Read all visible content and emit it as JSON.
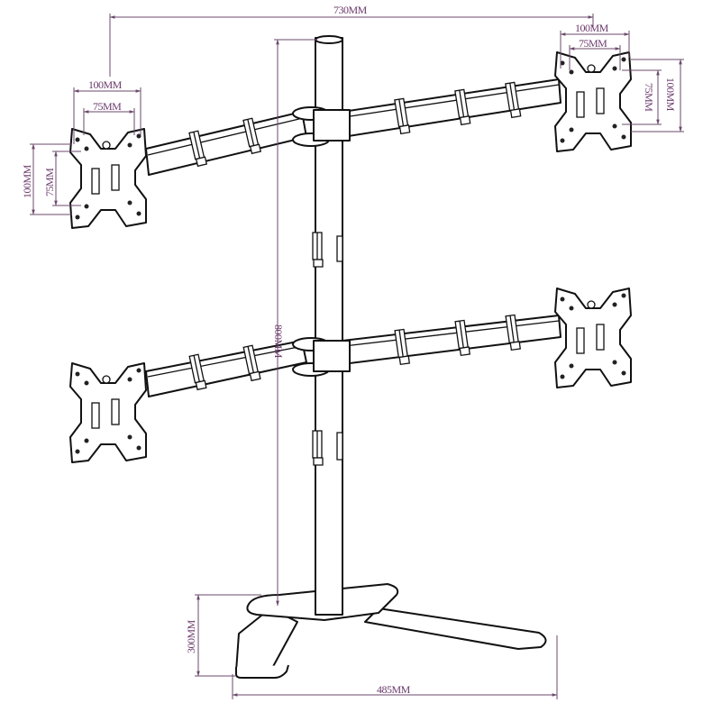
{
  "diagram": {
    "subject": "Quad monitor desk stand",
    "dimensions": {
      "overall_width": "730MM",
      "pole_height": "800MM",
      "base_depth": "300MM",
      "base_width": "485MM",
      "vesa_top_left": {
        "outer_w": "100MM",
        "inner_w": "75MM",
        "outer_h": "100MM",
        "inner_h": "75MM"
      },
      "vesa_top_right": {
        "outer_w": "100MM",
        "inner_w": "75MM",
        "outer_h": "100MM",
        "inner_h": "75MM"
      }
    },
    "colors": {
      "dimension": "#6b4a6b",
      "line": "#111111",
      "background": "#ffffff"
    }
  }
}
